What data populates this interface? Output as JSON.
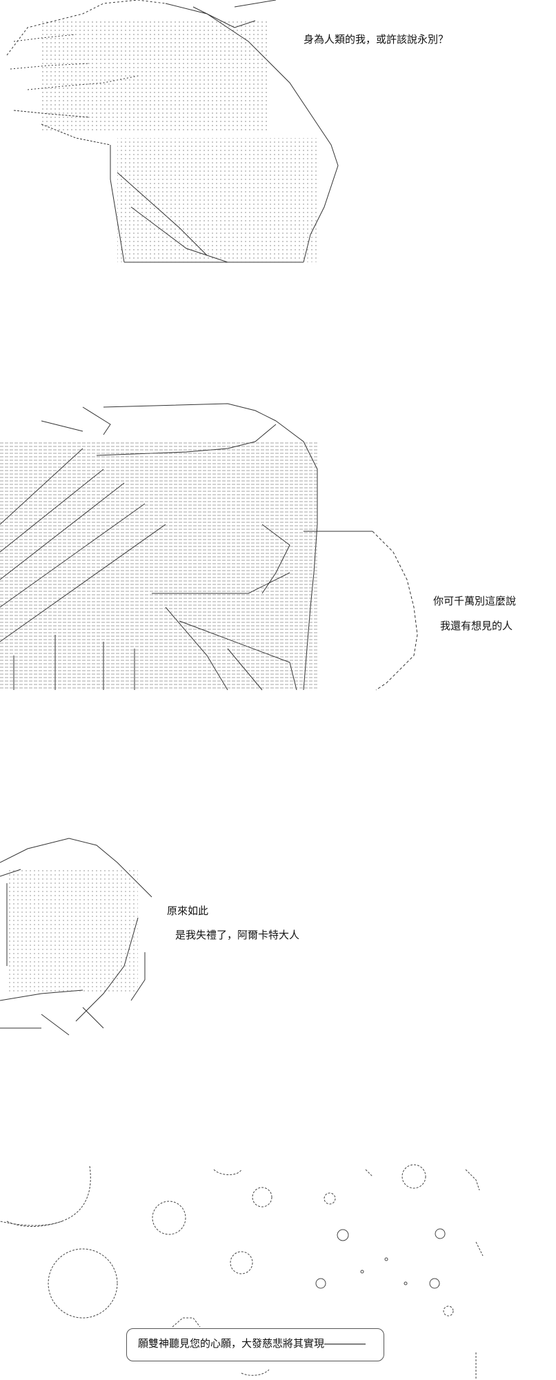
{
  "panels": [
    {
      "lines": [
        "身為人類的我，或許該說永別？"
      ]
    },
    {
      "lines": [
        "你可千萬別這麼說",
        "我還有想見的人"
      ]
    },
    {
      "lines": [
        "原來如此",
        "是我失禮了，阿爾卡特大人"
      ]
    },
    {
      "lines": [
        "願雙神聽見您的心願，大發慈悲將其實現――――"
      ]
    }
  ]
}
